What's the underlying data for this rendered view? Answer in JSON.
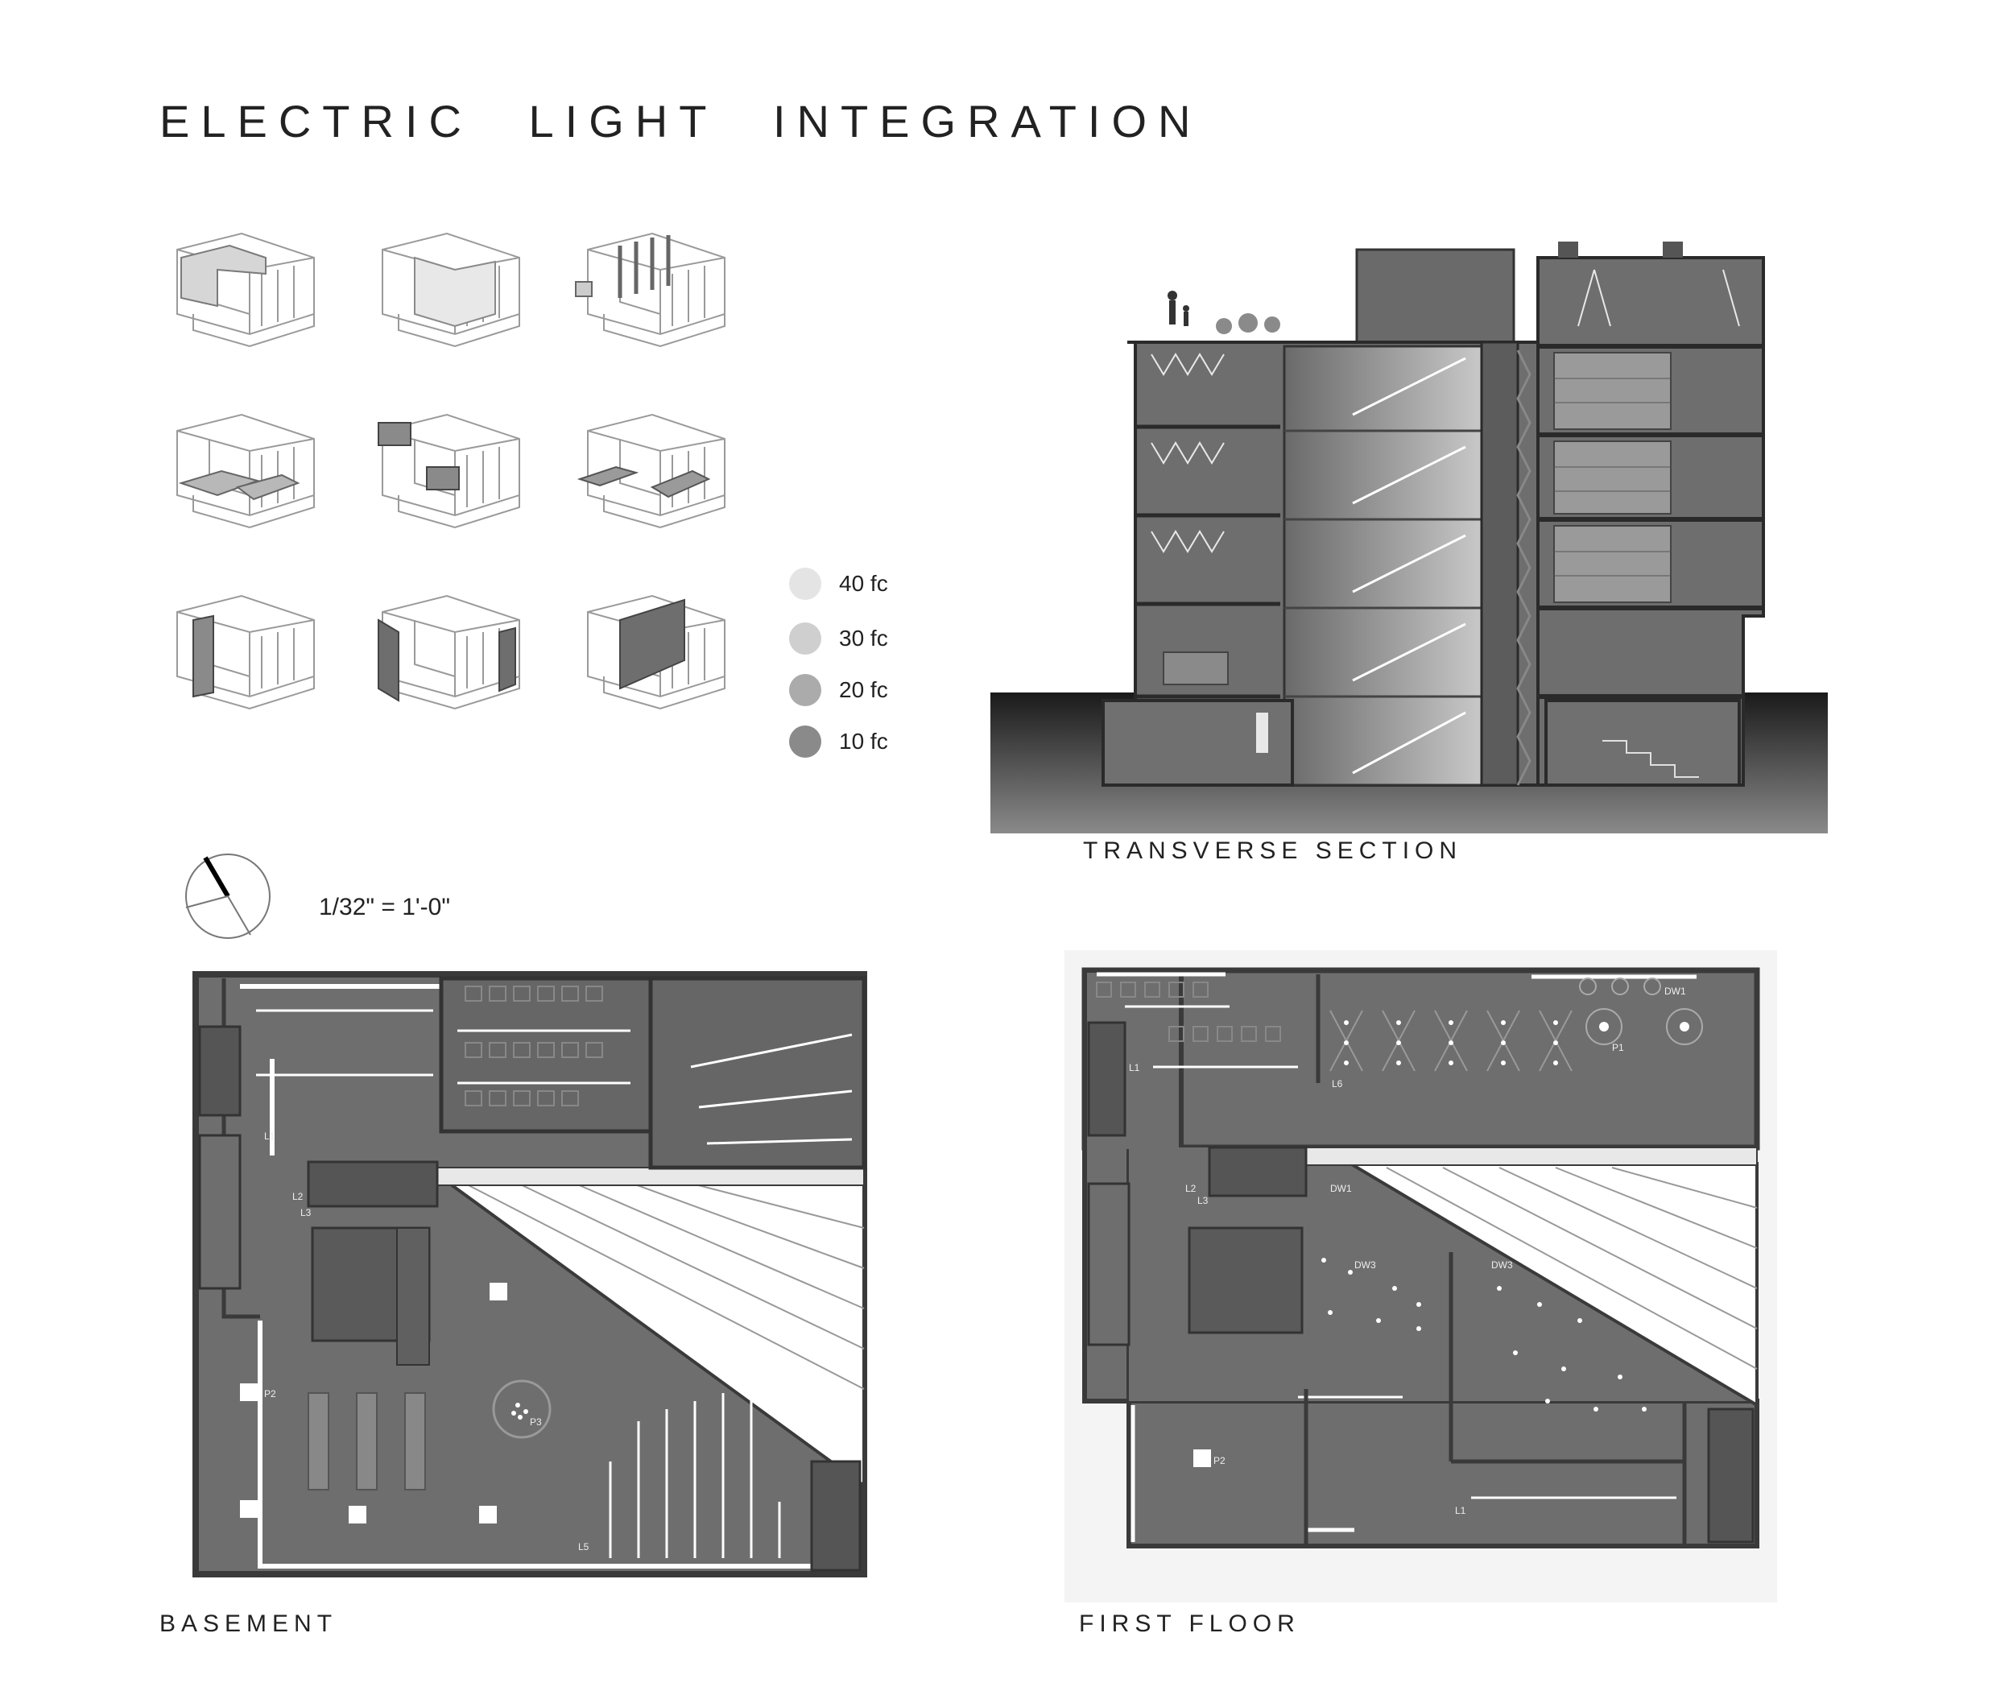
{
  "title": "ELECTRIC   LIGHT   INTEGRATION",
  "legend": {
    "items": [
      {
        "label": "40 fc",
        "color": "#e4e4e4"
      },
      {
        "label": "30 fc",
        "color": "#cfcfcf"
      },
      {
        "label": "20 fc",
        "color": "#ababab"
      },
      {
        "label": "10 fc",
        "color": "#8a8a8a"
      }
    ]
  },
  "scale": "1/32\" = 1'-0\"",
  "section": {
    "caption": "TRANSVERSE SECTION"
  },
  "basement": {
    "caption": "BASEMENT",
    "tags": {
      "l1": "L1",
      "l2": "L2",
      "l3": "L3",
      "l5": "L5",
      "p2": "P2",
      "p3": "P3"
    }
  },
  "first_floor": {
    "caption": "FIRST FLOOR",
    "tags": {
      "dw1": "DW1",
      "dw3": "DW3",
      "l1": "L1",
      "l2": "L2",
      "l3": "L3",
      "l6": "L6",
      "p1": "P1",
      "p2": "P2"
    }
  },
  "colors": {
    "plan_fill": "#6e6e6e",
    "wall": "#3a3a3a",
    "light": "#ffffff"
  }
}
